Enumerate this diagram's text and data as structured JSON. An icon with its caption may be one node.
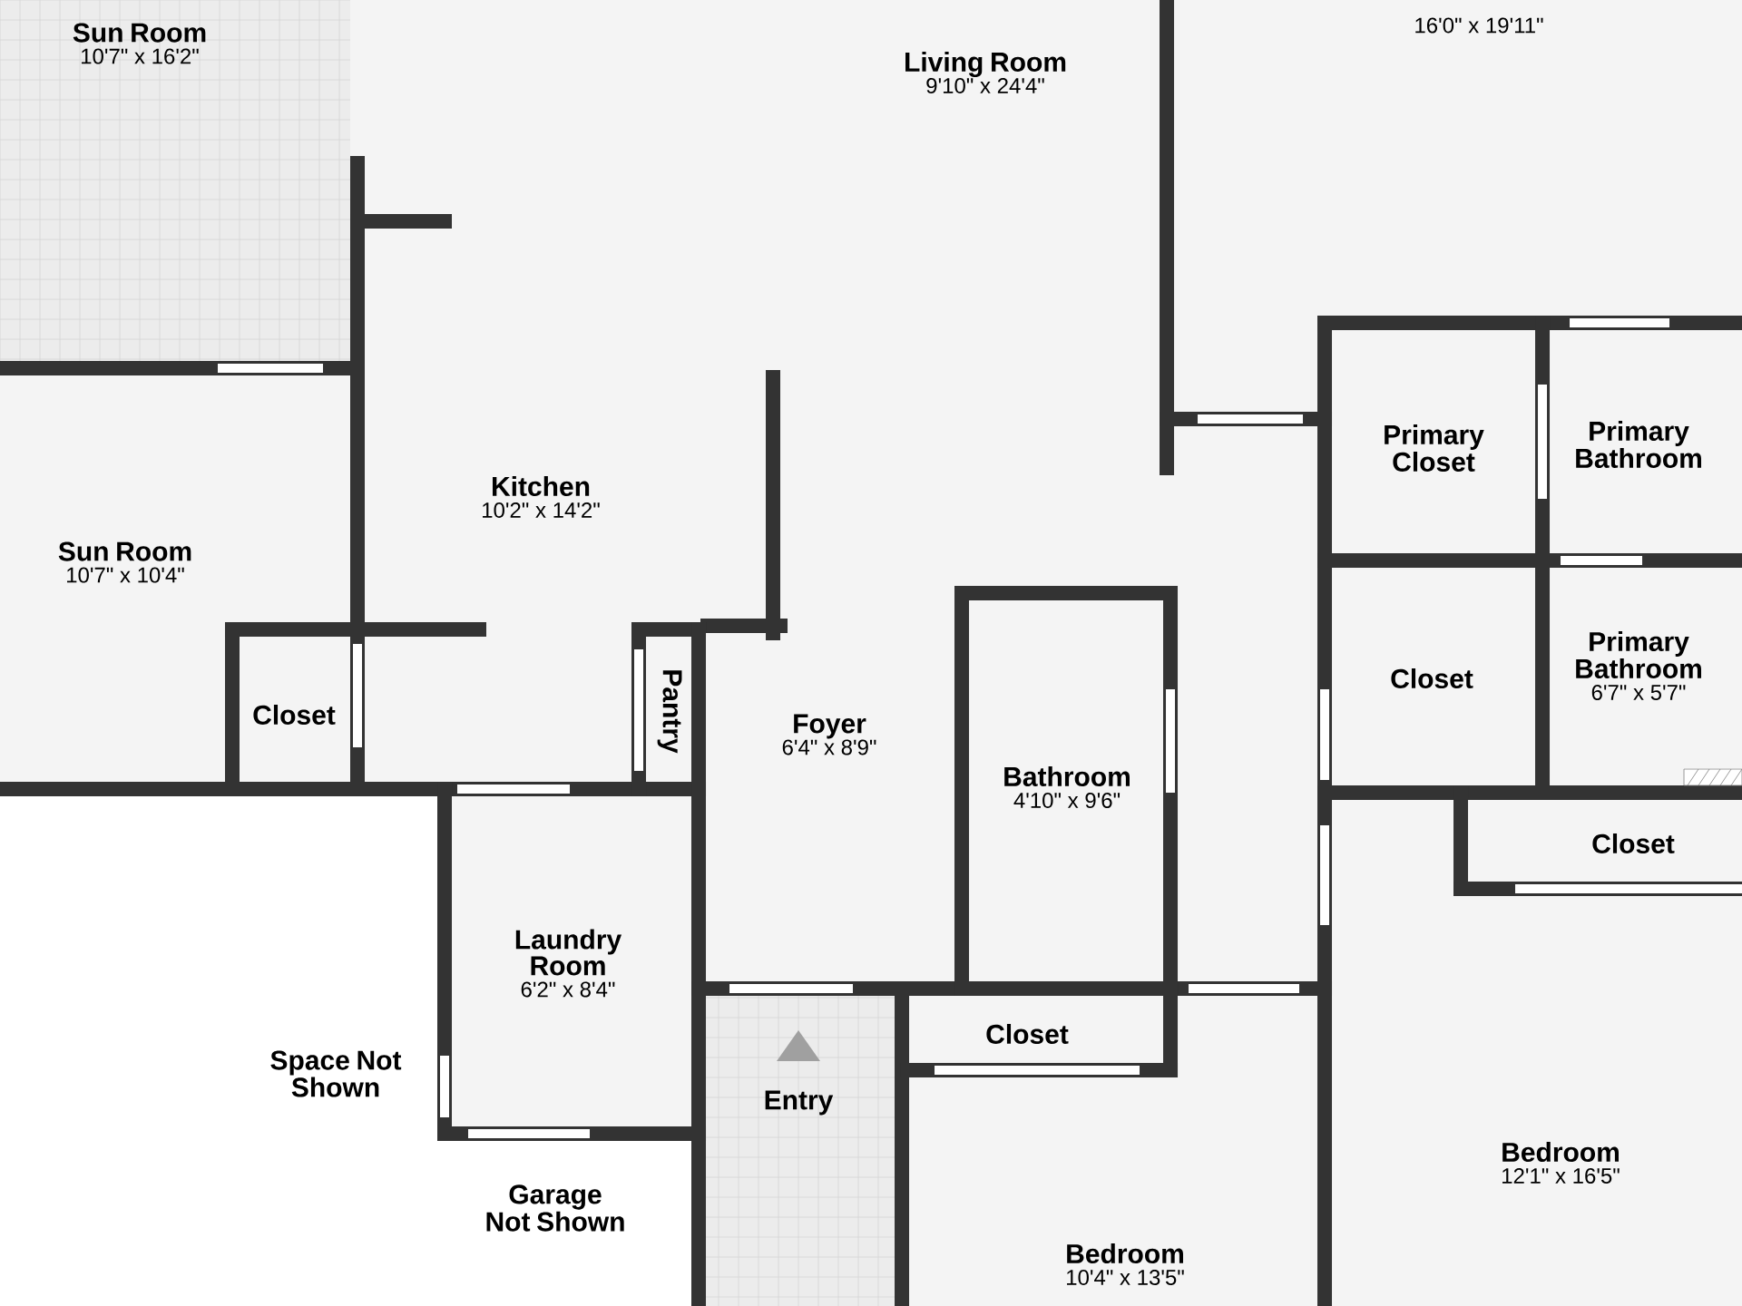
{
  "diagram": {
    "nodes": [
      {
        "text": [
          "Sun Room",
          "10'7\" x 16'2\""
        ]
      },
      {
        "text": [
          "Living Room",
          "9'10\" x 24'4\""
        ]
      },
      {
        "text": [
          "16'0\" x 19'11\""
        ]
      },
      {
        "text": [
          "Kitchen",
          "10'2\" x 14'2\""
        ]
      },
      {
        "text": [
          "Primary Closet"
        ]
      },
      {
        "text": [
          "Primary Bathroom"
        ]
      },
      {
        "text": [
          "Sun Room",
          "10'7\" x 10'4\""
        ]
      },
      {
        "text": [
          "Closet"
        ]
      },
      {
        "text": [
          "Pantry"
        ]
      },
      {
        "text": [
          "Foyer",
          "6'4\" x 8'9\""
        ]
      },
      {
        "text": [
          "Bathroom",
          "4'10\" x 9'6\""
        ]
      },
      {
        "text": [
          "Closet"
        ]
      },
      {
        "text": [
          "Primary Bathroom",
          "6'7\" x 5'7\""
        ]
      },
      {
        "text": [
          "Closet"
        ]
      },
      {
        "text": [
          "Laundry Room",
          "6'2\" x 8'4\""
        ]
      },
      {
        "text": [
          "Space Not Shown"
        ]
      },
      {
        "text": [
          "Closet"
        ]
      },
      {
        "text": [
          "Entry"
        ]
      },
      {
        "text": [
          "Garage Not Shown"
        ]
      },
      {
        "text": [
          "Bedroom",
          "12'1\" x 16'5\""
        ]
      },
      {
        "text": [
          "Bedroom",
          "10'4\" x 13'5\""
        ]
      }
    ]
  }
}
